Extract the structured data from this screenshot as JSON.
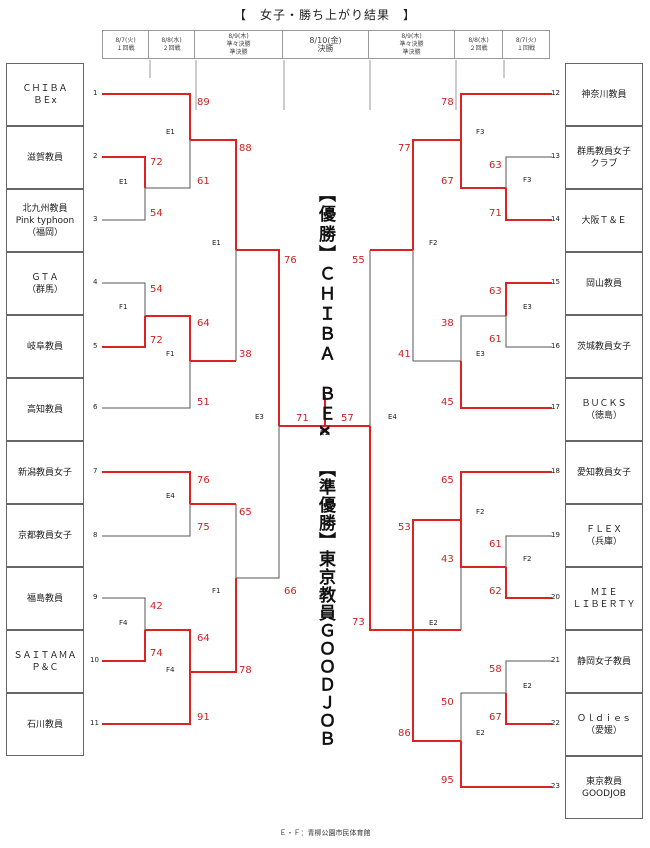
{
  "title": "【　女子・勝ち上がり結果　】",
  "schedule": [
    {
      "date": "8/7(火)",
      "round": "１回戦"
    },
    {
      "date": "8/8(水)",
      "round": "２回戦"
    },
    {
      "date": "8/9(木)",
      "round": "準々決勝\n準決勝"
    },
    {
      "date": "8/10(金)",
      "round": "決勝"
    },
    {
      "date": "8/9(木)",
      "round": "準々決勝\n準決勝"
    },
    {
      "date": "8/8(水)",
      "round": "２回戦"
    },
    {
      "date": "8/7(火)",
      "round": "１回戦"
    }
  ],
  "left_teams": [
    {
      "seed": "1",
      "name": "ＣＨＩＢＡ\nＢＥx"
    },
    {
      "seed": "2",
      "name": "滋賀教員"
    },
    {
      "seed": "3",
      "name": "北九州教員\nPink typhoon\n（福岡）"
    },
    {
      "seed": "4",
      "name": "ＧＴＡ\n（群馬）"
    },
    {
      "seed": "5",
      "name": "岐阜教員"
    },
    {
      "seed": "6",
      "name": "高知教員"
    },
    {
      "seed": "7",
      "name": "新潟教員女子"
    },
    {
      "seed": "8",
      "name": "京都教員女子"
    },
    {
      "seed": "9",
      "name": "福島教員"
    },
    {
      "seed": "10",
      "name": "ＳＡＩＴＡＭＡ\nＰ＆Ｃ"
    },
    {
      "seed": "11",
      "name": "石川教員"
    }
  ],
  "right_teams": [
    {
      "seed": "12",
      "name": "神奈川教員"
    },
    {
      "seed": "13",
      "name": "群馬教員女子\nクラブ"
    },
    {
      "seed": "14",
      "name": "大阪Ｔ＆Ｅ"
    },
    {
      "seed": "15",
      "name": "岡山教員"
    },
    {
      "seed": "16",
      "name": "茨城教員女子"
    },
    {
      "seed": "17",
      "name": "ＢＵＣＫＳ\n（徳島）"
    },
    {
      "seed": "18",
      "name": "愛知教員女子"
    },
    {
      "seed": "19",
      "name": "ＦＬＥＸ\n（兵庫）"
    },
    {
      "seed": "20",
      "name": "ＭＩＥ\nＬＩＢＥＲＴＹ"
    },
    {
      "seed": "21",
      "name": "静岡女子教員"
    },
    {
      "seed": "22",
      "name": "Ｏｌｄｉｅｓ\n（愛媛）"
    },
    {
      "seed": "23",
      "name": "東京教員\nGOODJOB"
    }
  ],
  "scores": [
    "89",
    "88",
    "72",
    "61",
    "54",
    "54",
    "64",
    "72",
    "38",
    "51",
    "76",
    "71",
    "76",
    "65",
    "75",
    "42",
    "64",
    "74",
    "78",
    "91",
    "66",
    "78",
    "77",
    "63",
    "67",
    "71",
    "55",
    "63",
    "38",
    "61",
    "41",
    "45",
    "57",
    "65",
    "53",
    "61",
    "43",
    "62",
    "58",
    "50",
    "67",
    "86",
    "95",
    "73"
  ],
  "courts": [
    "E1",
    "E1",
    "E1",
    "F1",
    "F1",
    "E4",
    "F1",
    "F4",
    "F4",
    "E3",
    "E1",
    "F3",
    "F3",
    "F2",
    "E3",
    "E3",
    "E4",
    "F2",
    "F2",
    "E2",
    "E2",
    "E2"
  ],
  "champion": "【優勝】ＣＨＩＢＡ　ＢＥx",
  "runner_up": "【準優勝】東京教員ＧＯＯＤＪＯＢ",
  "footer": "Ｅ・Ｆ：青柳公園市民体育館",
  "colors": {
    "winner_line": "#dd2222",
    "loser_line": "#555555",
    "score": "#cc2222"
  }
}
